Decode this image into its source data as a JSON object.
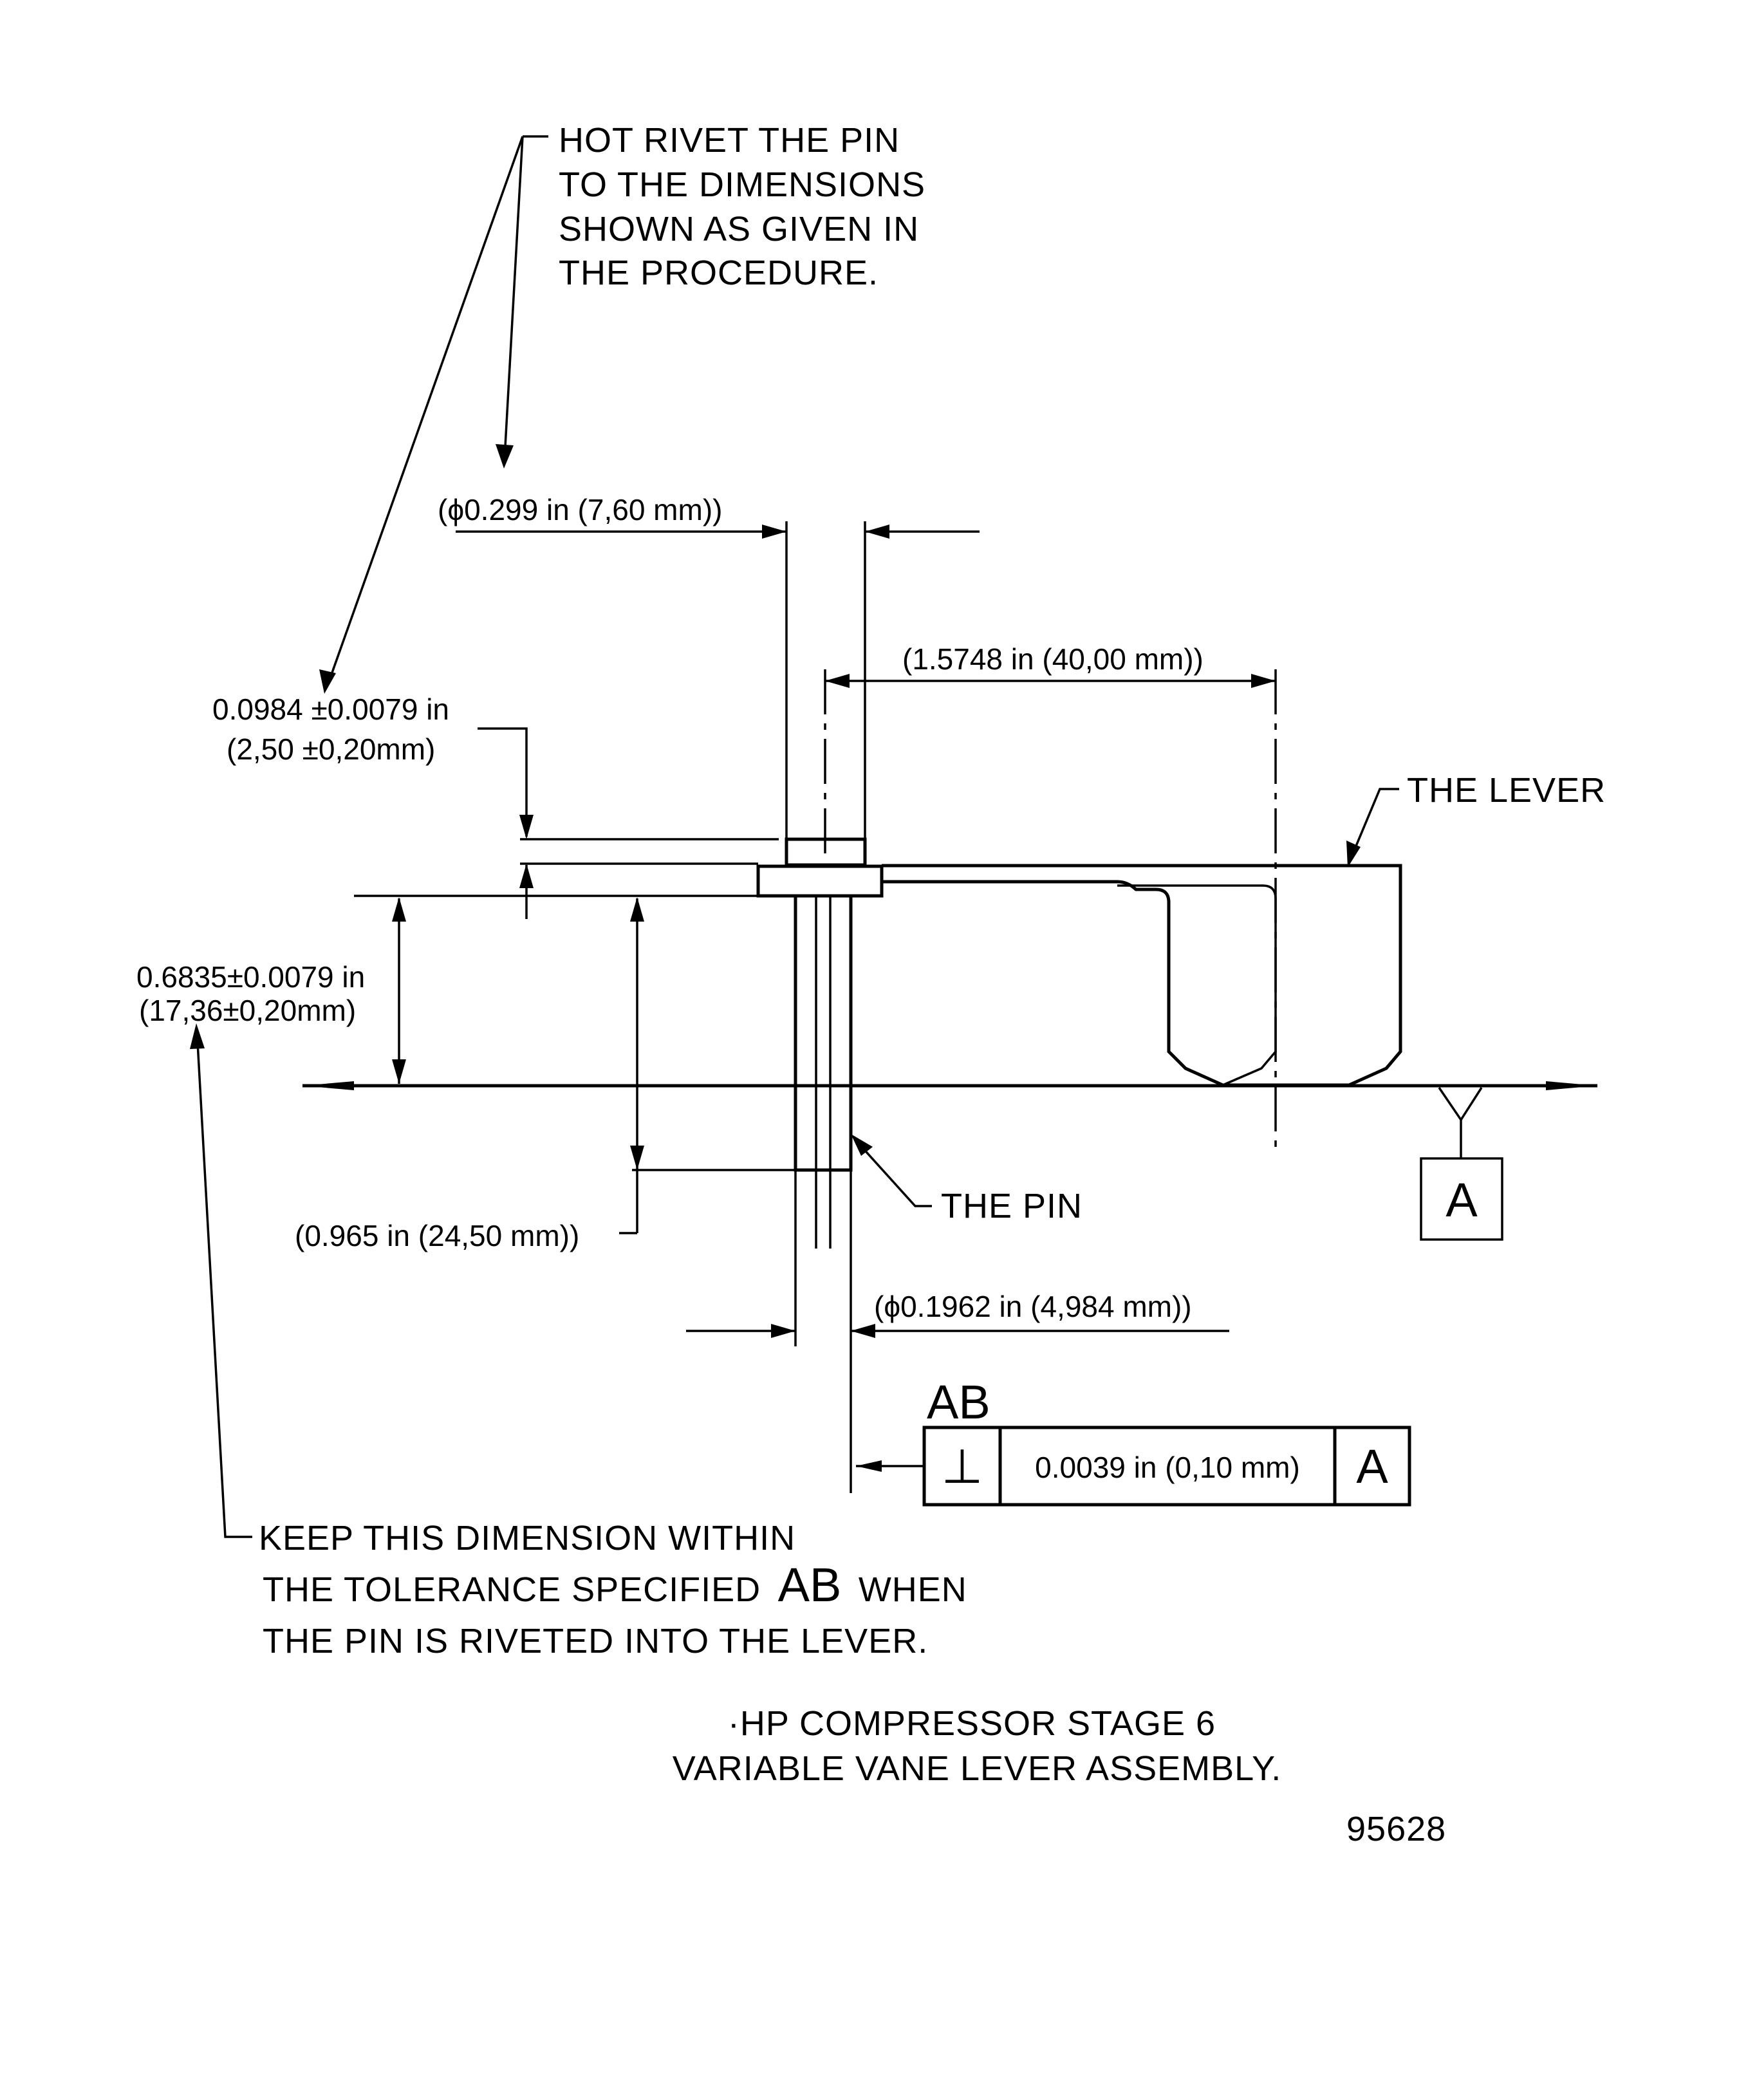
{
  "notes": {
    "hot_rivet": [
      "HOT RIVET THE PIN",
      "TO THE DIMENSIONS",
      "SHOWN AS GIVEN IN",
      "THE PROCEDURE."
    ],
    "keep_dimension": [
      "KEEP THIS DIMENSION WITHIN",
      "THE TOLERANCE SPECIFIED",
      "AB",
      "WHEN",
      "THE PIN IS RIVETED INTO THE LEVER."
    ]
  },
  "callouts": {
    "the_lever": "THE LEVER",
    "the_pin": "THE PIN"
  },
  "dimensions": {
    "head_diameter": "(ϕ0.299 in (7,60 mm))",
    "lever_length": "(1.5748 in (40,00 mm))",
    "head_thickness_in": "0.0984 ±0.0079 in",
    "head_thickness_mm": "(2,50 ±0,20mm)",
    "height_in": "0.6835±0.0079 in",
    "height_mm": "(17,36±0,20mm)",
    "pin_length": "(0.965 in (24,50 mm))",
    "pin_diameter": "(ϕ0.1962 in (4,984 mm))"
  },
  "tolerance_frame": {
    "reference_label": "AB",
    "symbol": "⊥",
    "value": "0.0039 in (0,10 mm)",
    "datum": "A"
  },
  "datum_label": "A",
  "title": [
    "·HP COMPRESSOR STAGE 6",
    "VARIABLE VANE LEVER ASSEMBLY."
  ],
  "figure_number": "95628"
}
